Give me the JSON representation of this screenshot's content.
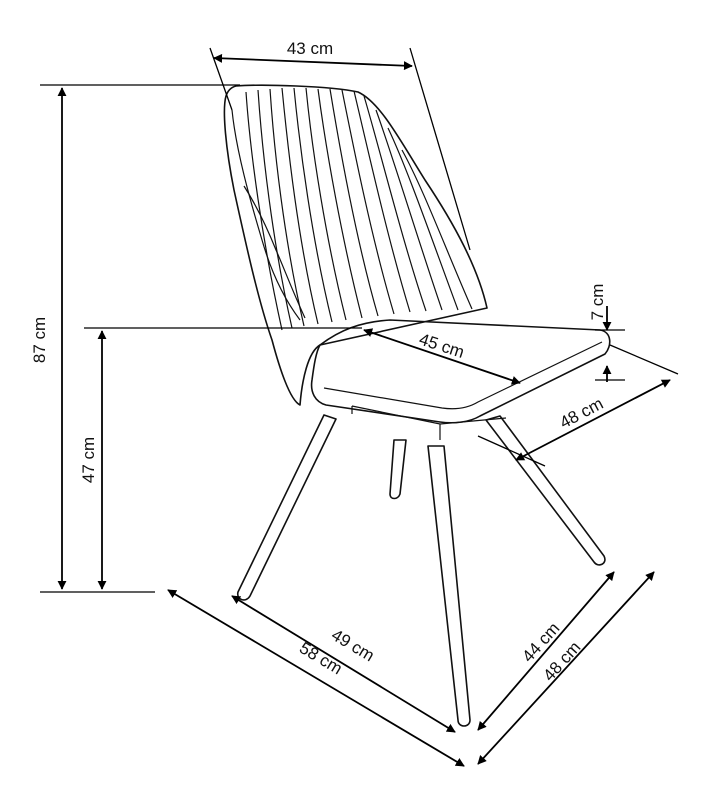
{
  "diagram": {
    "subject": "chair",
    "dimensions": {
      "back_width": "43 cm",
      "total_height": "87 cm",
      "seat_height": "47 cm",
      "seat_depth": "45 cm",
      "seat_thickness": "7 cm",
      "seat_width": "48 cm",
      "leg_depth_inner": "49 cm",
      "leg_depth_outer": "58 cm",
      "leg_width_inner": "44 cm",
      "leg_width_outer": "48 cm"
    }
  }
}
